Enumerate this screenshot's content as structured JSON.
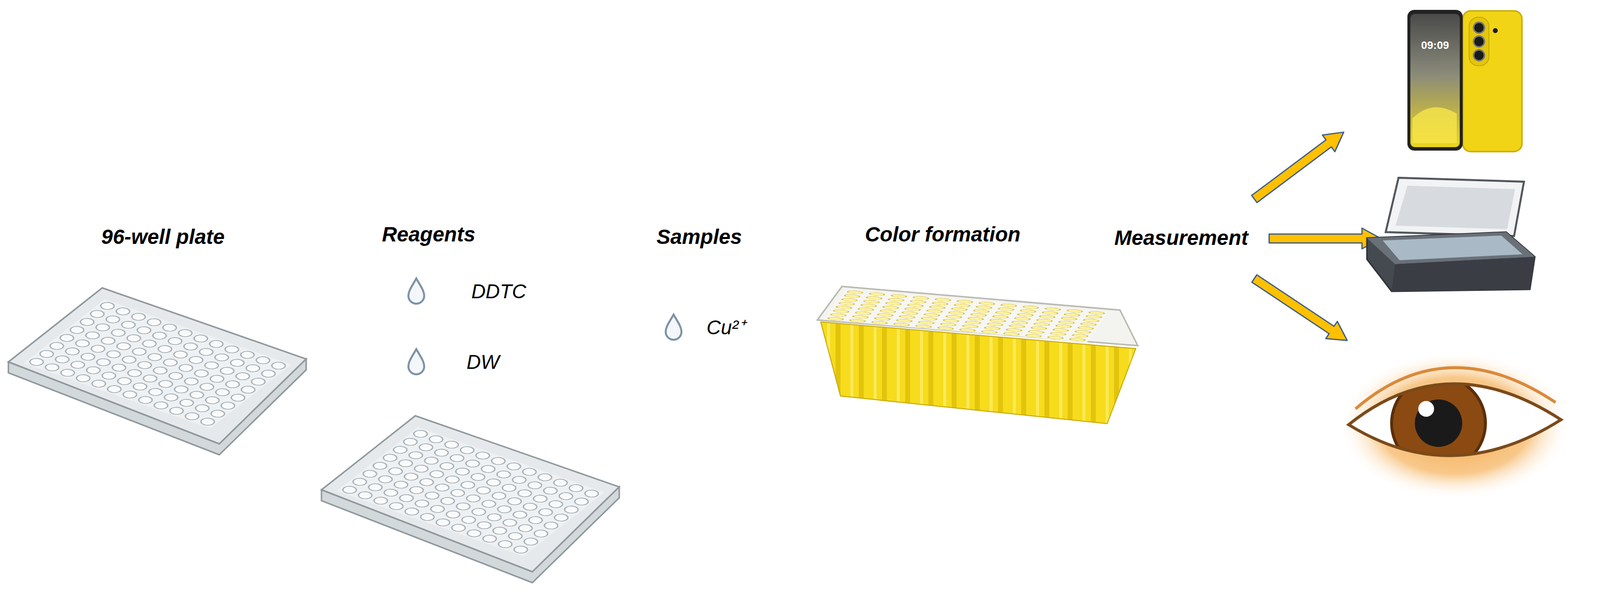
{
  "diagram": {
    "labels": [
      "96-well plate",
      "Reagents",
      "DDTC",
      "DW",
      "Samples",
      "Cu²⁺",
      "Color formation",
      "Measurement",
      "09:09"
    ]
  }
}
